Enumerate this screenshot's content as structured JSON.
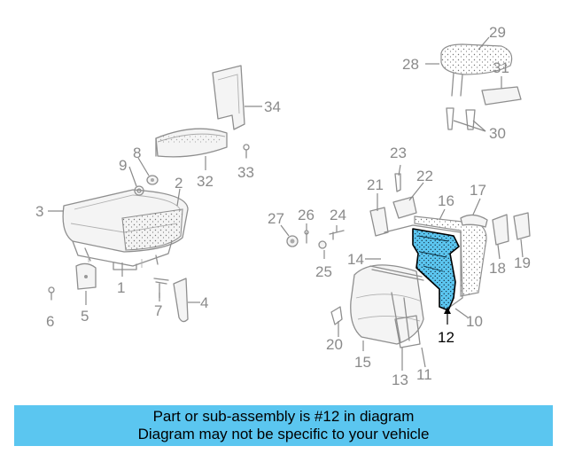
{
  "callouts": [
    "2",
    "3",
    "1",
    "4",
    "5",
    "6",
    "7",
    "8",
    "9",
    "32",
    "33",
    "34",
    "29",
    "28",
    "31",
    "30",
    "23",
    "22",
    "21",
    "16",
    "17",
    "27",
    "26",
    "24",
    "25",
    "14",
    "18",
    "19",
    "10",
    "12",
    "20",
    "15",
    "13",
    "11"
  ],
  "highlight_color": "#5bc6f0",
  "banner": {
    "line1": "Part or sub-assembly is #12 in diagram",
    "line2": "Diagram may not be specific to your vehicle"
  }
}
